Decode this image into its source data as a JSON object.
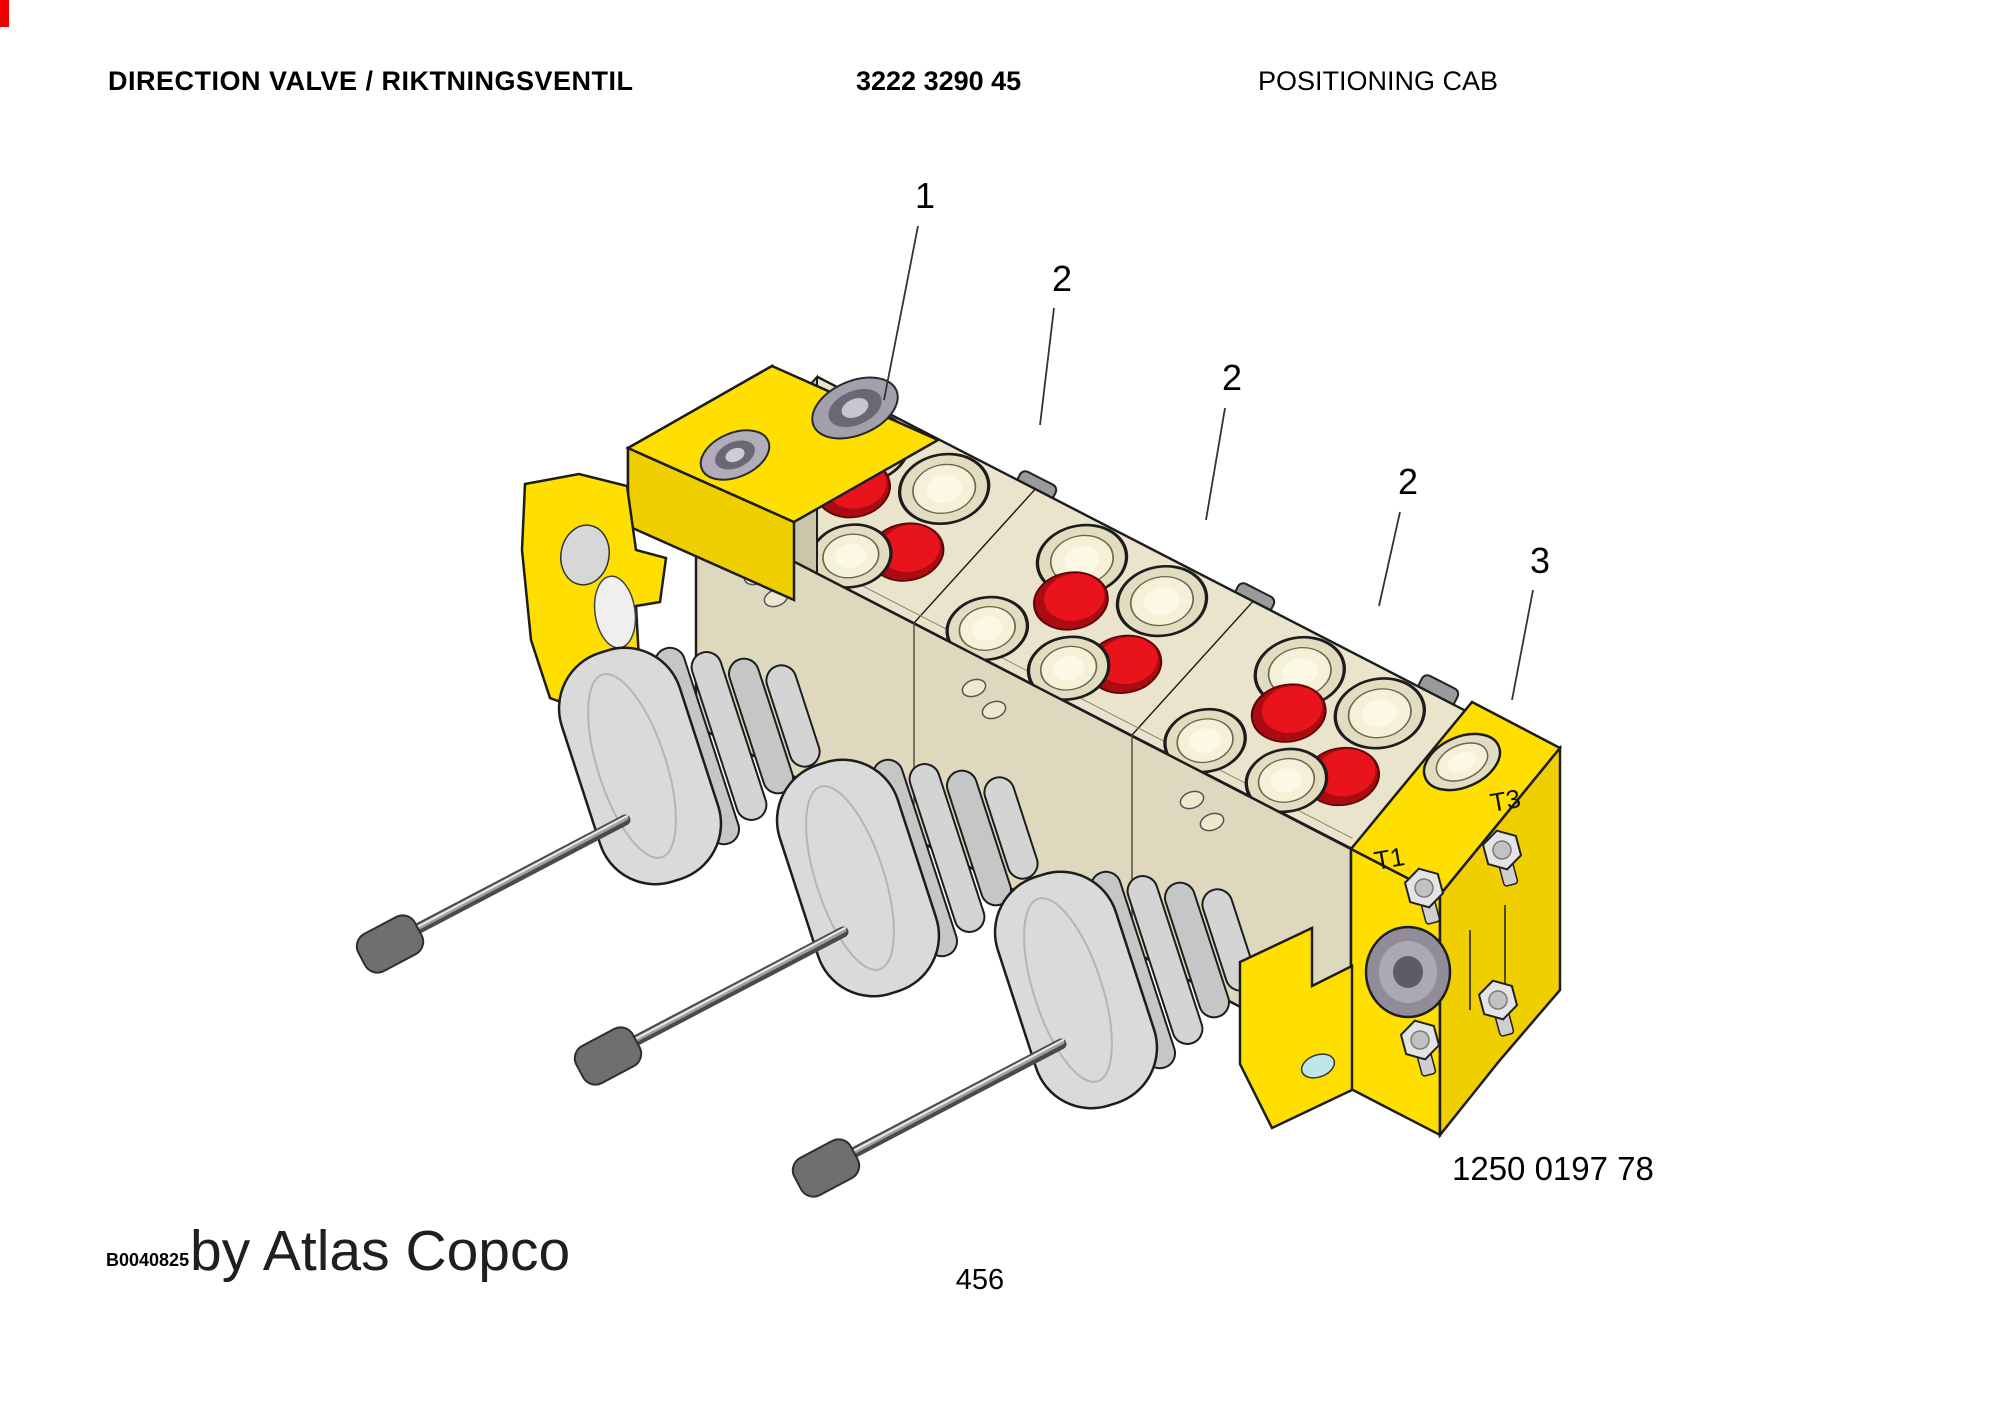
{
  "header": {
    "title": "DIRECTION VALVE / RIKTNINGSVENTIL",
    "document_number": "3222 3290 45",
    "section": "POSITIONING CAB"
  },
  "figure": {
    "callouts": [
      {
        "ref": "1"
      },
      {
        "ref": "2"
      },
      {
        "ref": "2"
      },
      {
        "ref": "2"
      },
      {
        "ref": "3"
      }
    ],
    "port_labels": {
      "t1": "T1",
      "t3": "T3"
    },
    "part_number": "1250 0197 78"
  },
  "footer": {
    "document_code": "B0040825",
    "brand_text": "by Atlas Copco",
    "page_number": "456"
  },
  "colors": {
    "valve_yellow": "#FFDF00",
    "valve_yellow_shade": "#EFCF00",
    "body_top": "#E9E4CB",
    "body_front": "#DDD8BE",
    "body_side": "#CBC5A9",
    "port_cream": "#F5F1D8",
    "cap_red": "#E8131B",
    "boot_gray": "#D4D4D4",
    "knob_gray": "#6F6F6F",
    "line_dark": "#1D1D1D"
  }
}
